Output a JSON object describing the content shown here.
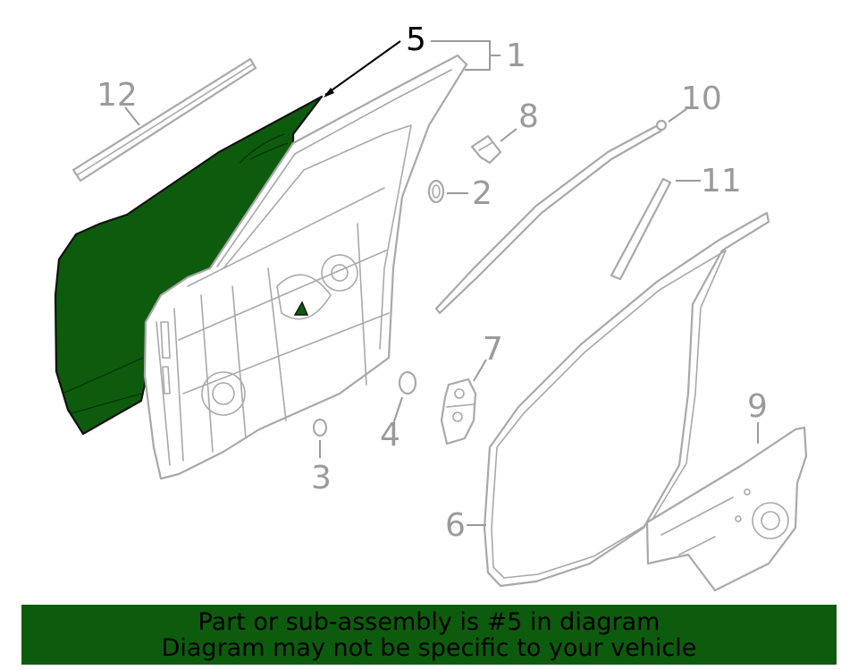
{
  "callouts": {
    "c1": "1",
    "c2": "2",
    "c3": "3",
    "c4": "4",
    "c5": "5",
    "c6": "6",
    "c7": "7",
    "c8": "8",
    "c9": "9",
    "c10": "10",
    "c11": "11",
    "c12": "12"
  },
  "highlight_color": "#0d5c0d",
  "banner": {
    "line1": "Part or sub-assembly is #5 in diagram",
    "line2": "Diagram may not be specific to your vehicle"
  }
}
